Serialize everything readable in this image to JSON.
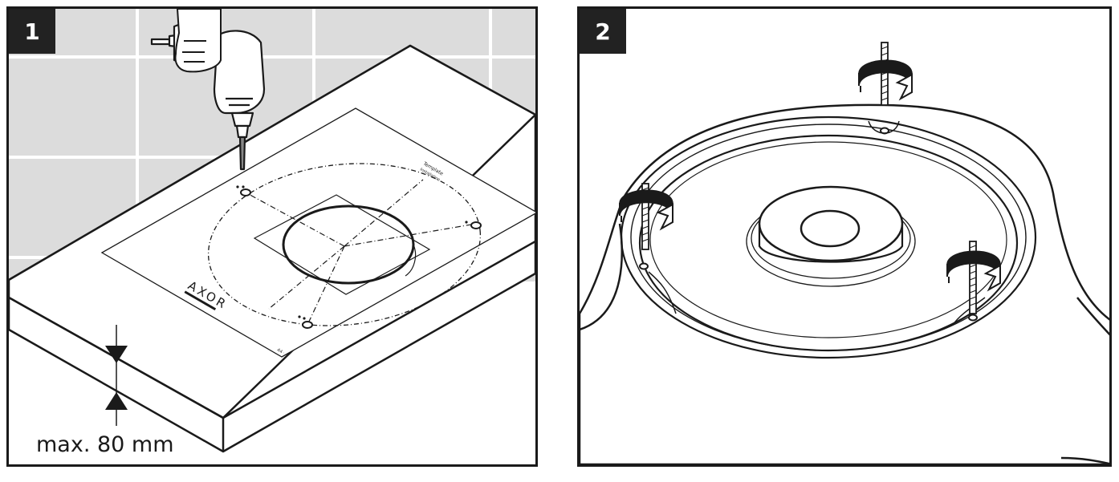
{
  "steps": [
    {
      "number": "1",
      "measurement": "max. 80 mm"
    },
    {
      "number": "2"
    }
  ],
  "template": {
    "brand": "AXOR",
    "header_line1": "Template",
    "header_line2": "Installation",
    "corner_code": "A4 ·"
  },
  "colors": {
    "wall": "#dcdcdc",
    "line": "#1a1a1a",
    "background": "#ffffff"
  },
  "icons": [
    "drill-icon",
    "hand-icon",
    "screw-in-icon"
  ]
}
